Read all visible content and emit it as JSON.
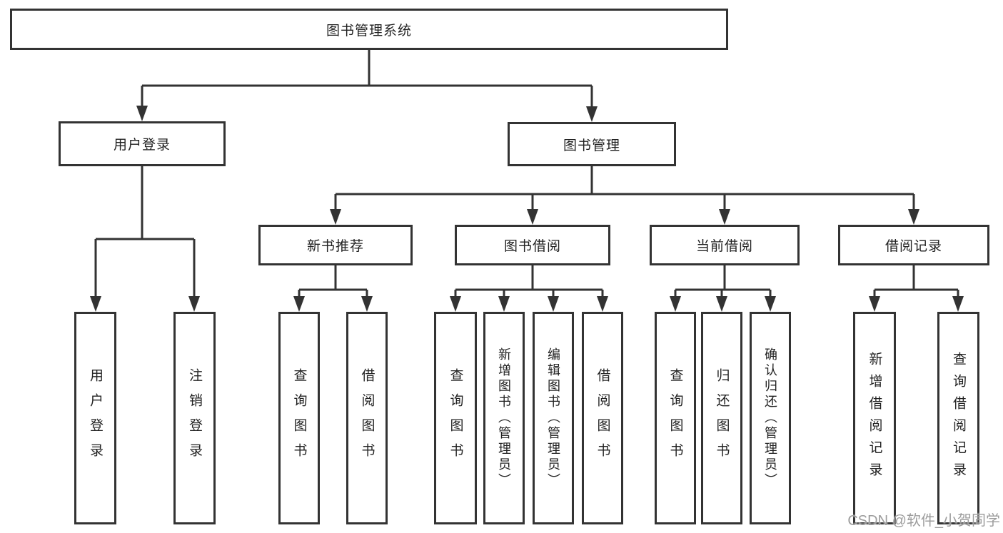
{
  "diagram": {
    "root": {
      "label": "图书管理系统"
    },
    "level2": {
      "user_login": {
        "label": "用户登录"
      },
      "book_management": {
        "label": "图书管理"
      }
    },
    "level3": {
      "new_book_rec": {
        "label": "新书推荐"
      },
      "book_borrow": {
        "label": "图书借阅"
      },
      "current_borrow": {
        "label": "当前借阅"
      },
      "borrow_records": {
        "label": "借阅记录"
      }
    },
    "leaves": {
      "user_login": [
        "用户登录",
        "注销登录"
      ],
      "new_book_rec": [
        "查询图书",
        "借阅图书"
      ],
      "book_borrow": [
        "查询图书",
        "新增图书（管理员）",
        "编辑图书（管理员）",
        "借阅图书"
      ],
      "current_borrow": [
        "查询图书",
        "归还图书",
        "确认归还（管理员）"
      ],
      "borrow_records": [
        "新增借阅记录",
        "查询借阅记录"
      ]
    }
  },
  "watermark": {
    "text": "CSDN @软件_小贺同学"
  },
  "colors": {
    "line": "#333333",
    "text": "#222222",
    "watermark": "#9c9c9c",
    "background": "#ffffff"
  }
}
